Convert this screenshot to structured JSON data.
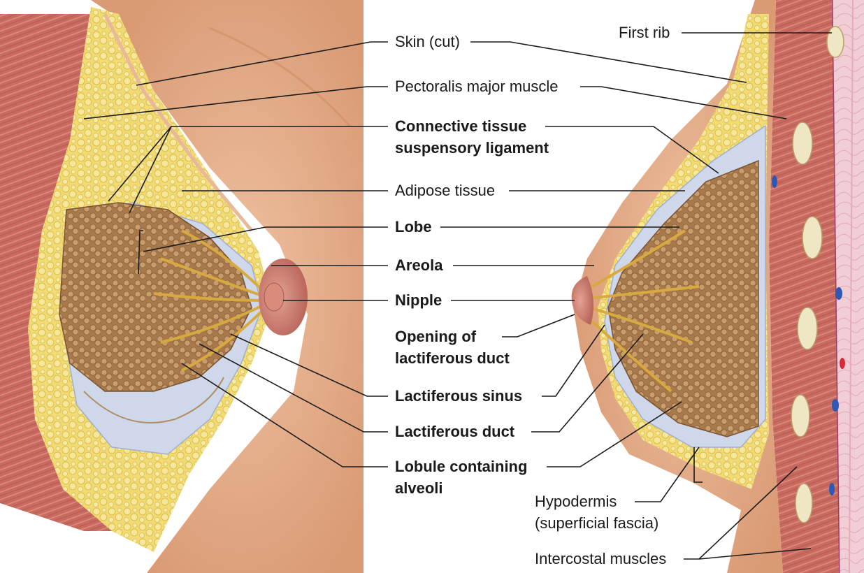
{
  "figure": {
    "labels": {
      "skin_cut": "Skin (cut)",
      "pectoralis": "Pectoralis major muscle",
      "connective_1": "Connective tissue",
      "connective_2": "suspensory ligament",
      "adipose": "Adipose tissue",
      "lobe": "Lobe",
      "areola": "Areola",
      "nipple": "Nipple",
      "opening_1": "Opening of",
      "opening_2": "lactiferous duct",
      "sinus": "Lactiferous sinus",
      "duct": "Lactiferous duct",
      "lobule_1": "Lobule containing",
      "lobule_2": "alveoli",
      "first_rib": "First rib",
      "hypodermis_1": "Hypodermis",
      "hypodermis_2": "(superficial fascia)",
      "intercostal": "Intercostal muscles"
    },
    "colors": {
      "skin": "#eab38f",
      "skin_shadow": "#d48f6a",
      "muscle": "#c96a60",
      "adipose": "#f2db74",
      "fascia": "#cfd8ea",
      "lobe": "#b98b5a",
      "duct": "#c79c3a",
      "areola": "#c97b68",
      "rib": "#efe6c4",
      "intercostal_bg": "#f1cdd6"
    }
  }
}
